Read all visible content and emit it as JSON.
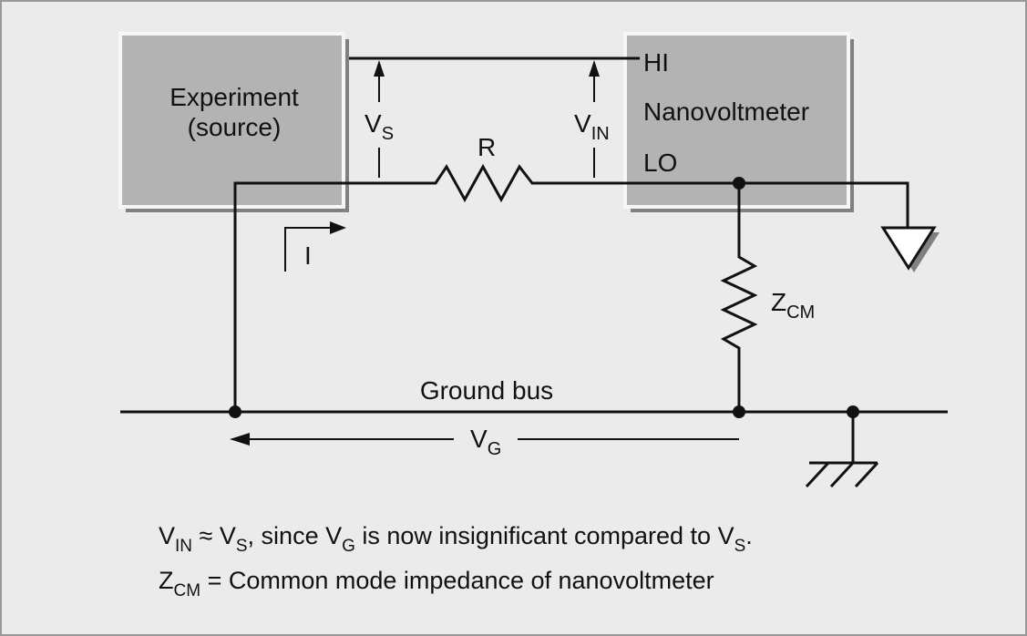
{
  "source_box": {
    "line1": "Experiment",
    "line2": "(source)"
  },
  "meter_box": {
    "hi": "HI",
    "name": "Nanovoltmeter",
    "lo": "LO"
  },
  "labels": {
    "vs": {
      "main": "V",
      "sub": "S"
    },
    "vin": {
      "main": "V",
      "sub": "IN"
    },
    "r": "R",
    "i": "I",
    "zcm": {
      "main": "Z",
      "sub": "CM"
    },
    "ground_bus": "Ground bus",
    "vg": {
      "main": "V",
      "sub": "G"
    }
  },
  "caption": {
    "line1": {
      "v1": "V",
      "s1": "IN",
      "t1": " ≈ V",
      "s2": "S",
      "t2": ", since V",
      "s3": "G",
      "t3": " is now insignificant compared to V",
      "s4": "S",
      "t4": "."
    },
    "line2": {
      "z": "Z",
      "s1": "CM",
      "t1": " = Common mode impedance of nanovoltmeter"
    }
  },
  "colors": {
    "background": "#ebebeb",
    "box_fill": "#b3b3b3",
    "box_shadow": "#808080",
    "border": "#999999"
  }
}
